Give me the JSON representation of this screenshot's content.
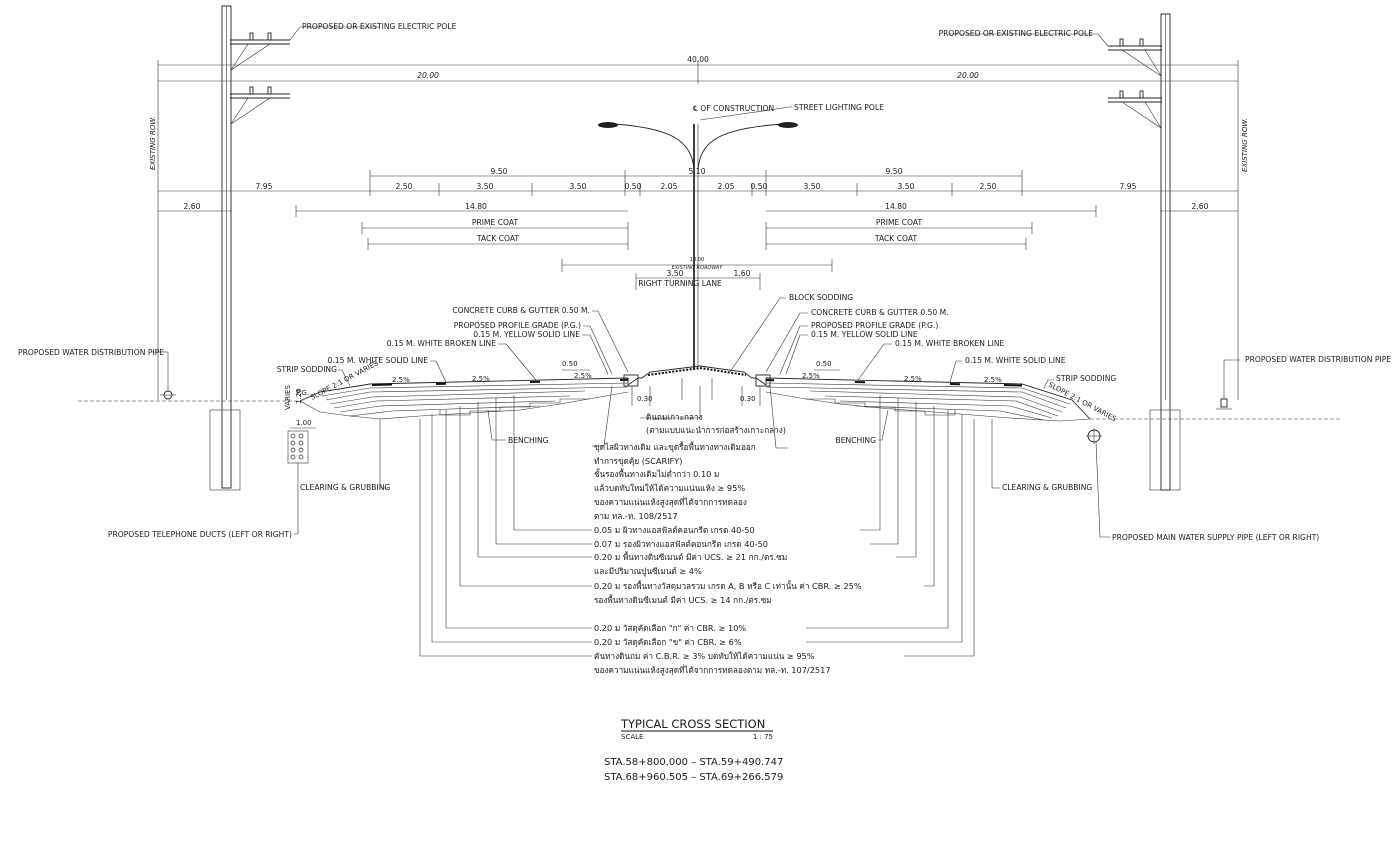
{
  "dims": {
    "total": "40.00",
    "half_left": "20.00",
    "half_right": "20.00",
    "row_left": "7.95",
    "row_right": "7.95",
    "carriage_left": "9.50",
    "carriage_right": "9.50",
    "median": "5.10",
    "lanes_left": [
      "2.50",
      "3.50",
      "3.50",
      "0.50",
      "2.05"
    ],
    "lanes_right": [
      "2.05",
      "0.50",
      "3.50",
      "3.50",
      "2.50"
    ],
    "width_left": "14.80",
    "width_right": "14.80",
    "offset_left": "2.60",
    "offset_right": "2.60",
    "existing_roadway_value": "10.00",
    "existing_roadway_label": "EXISTING ROADWAY",
    "turn_a": "3.50",
    "turn_b": "1.60",
    "curb_width": "0.50",
    "curb_width_right": "0.50",
    "curb_depth_left": "0.30",
    "curb_depth_right": "0.30",
    "trench_width": "1.00",
    "trench_pg": "P.G.",
    "trench_depth": "1.20",
    "varies": "VARIES",
    "slope_left": "SLOPE 2:1 OR VARIES",
    "slope_right": "SLOPE 2:1 OR VARIES",
    "grade_pct": "2.5%"
  },
  "labels": {
    "electric_pole_left": "PROPOSED OR EXISTING ELECTRIC POLE",
    "electric_pole_right": "PROPOSED OR EXISTING ELECTRIC POLE",
    "construction_cl": "℄ OF CONSTRUCTION",
    "street_light": "STREET LIGHTING POLE",
    "existing_row_left": "EXISTING ROW.",
    "existing_row_right": "EXISTING ROW.",
    "prime_coat": "PRIME COAT",
    "tack_coat": "TACK COAT",
    "right_turning_lane": "RIGHT TURNING LANE",
    "block_sodding": "BLOCK SODDING",
    "curb_left": "CONCRETE CURB & GUTTER 0.50 M.",
    "curb_right": "CONCRETE CURB & GUTTER 0.50 M.",
    "pg_left": "PROPOSED PROFILE GRADE (P.G.)",
    "pg_right": "PROPOSED PROFILE GRADE (P.G.)",
    "yellow_left": "0.15 M. YELLOW SOLID LINE",
    "yellow_right": "0.15 M. YELLOW SOLID LINE",
    "white_broken_left": "0.15 M. WHITE BROKEN LINE",
    "white_broken_right": "0.15 M. WHITE BROKEN LINE",
    "white_solid_left": "0.15 M. WHITE SOLID LINE",
    "white_solid_right": "0.15 M. WHITE SOLID LINE",
    "strip_sodding_left": "STRIP SODDING",
    "strip_sodding_right": "STRIP SODDING",
    "water_pipe_left": "PROPOSED WATER DISTRIBUTION PIPE",
    "water_pipe_right": "PROPOSED WATER DISTRIBUTION PIPE",
    "benching_left": "BENCHING",
    "benching_right": "BENCHING",
    "clearing_left": "CLEARING & GRUBBING",
    "clearing_right": "CLEARING & GRUBBING",
    "telephone": "PROPOSED TELEPHONE DUCTS (LEFT OR RIGHT)",
    "main_water": "PROPOSED MAIN WATER SUPPLY PIPE (LEFT OR RIGHT)"
  },
  "notes": {
    "median_fill": [
      "ดินถมเกาะกลาง",
      "(ตามแบบแนะนำการก่อสร้างเกาะกลาง)"
    ],
    "scarify": [
      "ขุดไสผิวทางเดิม และขุดรื้อพื้นทางทางเดิมออก",
      "ทำการขุดคุ้ย (SCARIFY)",
      "ชั้นรองพื้นทางเดิมไม่ต่ำกว่า 0.10 ม",
      "แล้วบดทับใหม่ให้ได้ความแน่นแห้ง ≥ 95%",
      "ของความแน่นแห้งสูงสุดที่ได้จากการทดลอง",
      "ตาม ทล.-ท. 108/2517"
    ],
    "layers": [
      [
        "0.05 ม  ผิวทางแอสฟัลต์คอนกรีต เกรด 40-50"
      ],
      [
        "0.07 ม  รองผิวทางแอสฟัลต์คอนกรีต เกรด 40-50"
      ],
      [
        "0.20 ม  พื้นทางดินซีเมนต์ มีค่า UCS. ≥ 21 กก./ตร.ซม",
        "และมีปริมาณปูนซีเมนต์ ≥ 4%"
      ],
      [
        "0.20 ม  รองพื้นทางวัสดุมวลรวม เกรด A, B หรือ C เท่านั้น ค่า CBR. ≥ 25%",
        "รองพื้นทางดินซีเมนต์ มีค่า UCS. ≥ 14 กก./ตร.ซม"
      ],
      [
        "0.20 ม  วัสดุคัดเลือก \"ก\" ค่า CBR. ≥ 10%"
      ],
      [
        "0.20 ม  วัสดุคัดเลือก \"ข\" ค่า CBR. ≥ 6%"
      ],
      [
        "คันทางดินถม ค่า C.B.R. ≥ 3% บดทับให้ได้ความแน่น ≥ 95%",
        "ของความแน่นแห้งสูงสุดที่ได้จากการทดลองตาม ทล.-ท. 107/2517"
      ]
    ]
  },
  "title_block": {
    "title": "TYPICAL CROSS SECTION",
    "scale_label": "SCALE",
    "scale_value": "1 : 75",
    "stations": [
      "STA.58+800.000  –  STA.59+490.747",
      "STA.68+960.505  –  STA.69+266.579"
    ]
  }
}
